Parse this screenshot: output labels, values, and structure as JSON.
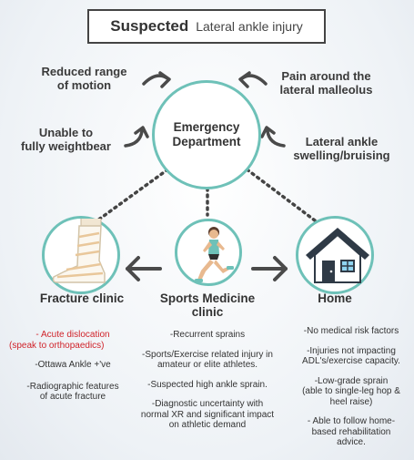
{
  "title": {
    "main": "Suspected",
    "sub": "Lateral ankle injury"
  },
  "symptoms": {
    "reduced_motion": [
      "Reduced range",
      "of motion"
    ],
    "unable_weightbear": [
      "Unable to",
      "fully weightbear"
    ],
    "pain": [
      "Pain around the",
      "lateral malleolus"
    ],
    "swelling": [
      "Lateral ankle",
      "swelling/bruising"
    ]
  },
  "emergency": [
    "Emergency",
    "Department"
  ],
  "nodes": {
    "fracture": {
      "label": "Fracture clinic",
      "red_lines": [
        "- Acute dislocation",
        "(speak to orthopaedics)"
      ],
      "items": [
        [
          "-Ottawa Ankle +'ve"
        ],
        [
          "-Radiographic features",
          "of acute fracture"
        ]
      ]
    },
    "sports": {
      "label": "Sports Medicine",
      "label2": "clinic",
      "items": [
        [
          "-Recurrent sprains"
        ],
        [
          "-Sports/Exercise related injury in",
          "amateur or elite athletes."
        ],
        [
          "-Suspected high ankle sprain."
        ],
        [
          "-Diagnostic uncertainty with",
          "normal XR and significant impact",
          "on athletic demand"
        ]
      ]
    },
    "home": {
      "label": "Home",
      "items": [
        [
          "-No medical risk factors"
        ],
        [
          "-Injuries not impacting",
          "ADL's/exercise capacity."
        ],
        [
          "-Low-grade sprain",
          "(able to single-leg hop &",
          "heel raise)"
        ],
        [
          "- Able to follow home-",
          "based rehabilitation",
          "advice."
        ]
      ]
    }
  },
  "colors": {
    "accent": "#6ec1b8",
    "dark": "#3d3d3d",
    "red": "#d0232a",
    "arrow": "#4a4a4a"
  },
  "icons": [
    "curved-arrow-icon",
    "ankle-cast-icon",
    "runner-icon",
    "house-icon",
    "left-arrow-icon",
    "right-arrow-icon"
  ]
}
